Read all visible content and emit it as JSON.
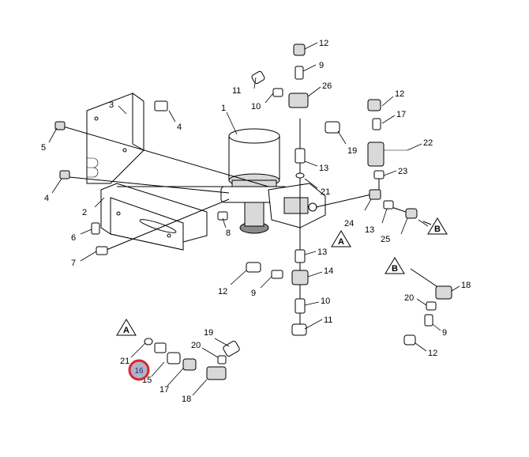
{
  "labels": {
    "l12a": "12",
    "l9a": "9",
    "l26": "26",
    "l11a": "11",
    "l10a": "10",
    "l1": "1",
    "l3": "3",
    "l4a": "4",
    "l5": "5",
    "l19a": "19",
    "l13a": "13",
    "l21a": "21",
    "l2": "2",
    "l4b": "4",
    "l8": "8",
    "l6": "6",
    "l7": "7",
    "l12b": "12",
    "l17a": "17",
    "l22": "22",
    "l23": "23",
    "l24": "24",
    "l13b": "13",
    "l25": "25",
    "l13c": "13",
    "l14": "14",
    "l12c": "12",
    "l9b": "9",
    "l10b": "10",
    "l11b": "11",
    "l18a": "18",
    "l20a": "20",
    "l9c": "9",
    "l12d": "12",
    "l19b": "19",
    "l20b": "20",
    "l21b": "21",
    "l15": "15",
    "l17b": "17",
    "l18b": "18"
  },
  "callouts": {
    "A1": "A",
    "B1": "B",
    "A2": "A",
    "B2": "B"
  },
  "highlight": {
    "label": "16",
    "ring_color": "#d9262e",
    "fill_color": "#aeb4c8"
  }
}
